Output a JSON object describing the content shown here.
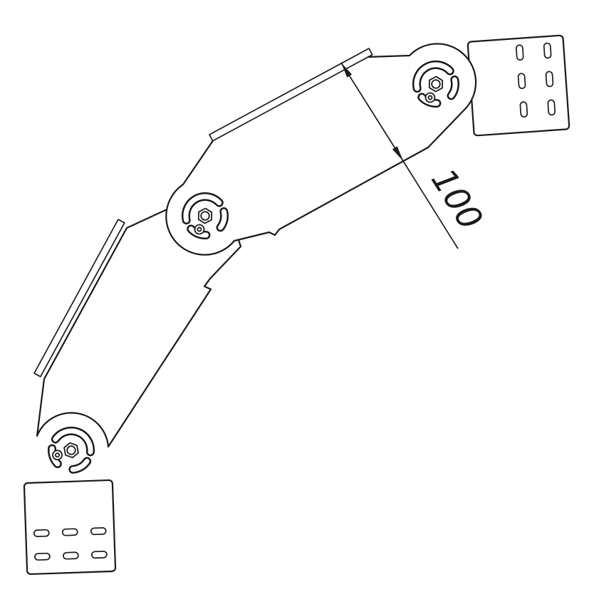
{
  "canvas": {
    "background": "#ffffff",
    "stroke_color": "#1a1a1a"
  },
  "diagram": {
    "type": "technical-line-drawing",
    "dimension_label": "100",
    "parts": [
      "top-end-plate-with-slots",
      "middle-tray-segment",
      "lower-tray-segment",
      "bottom-end-plate-with-slots",
      "hinge-joint-top",
      "hinge-joint-middle",
      "hinge-joint-bottom"
    ]
  }
}
